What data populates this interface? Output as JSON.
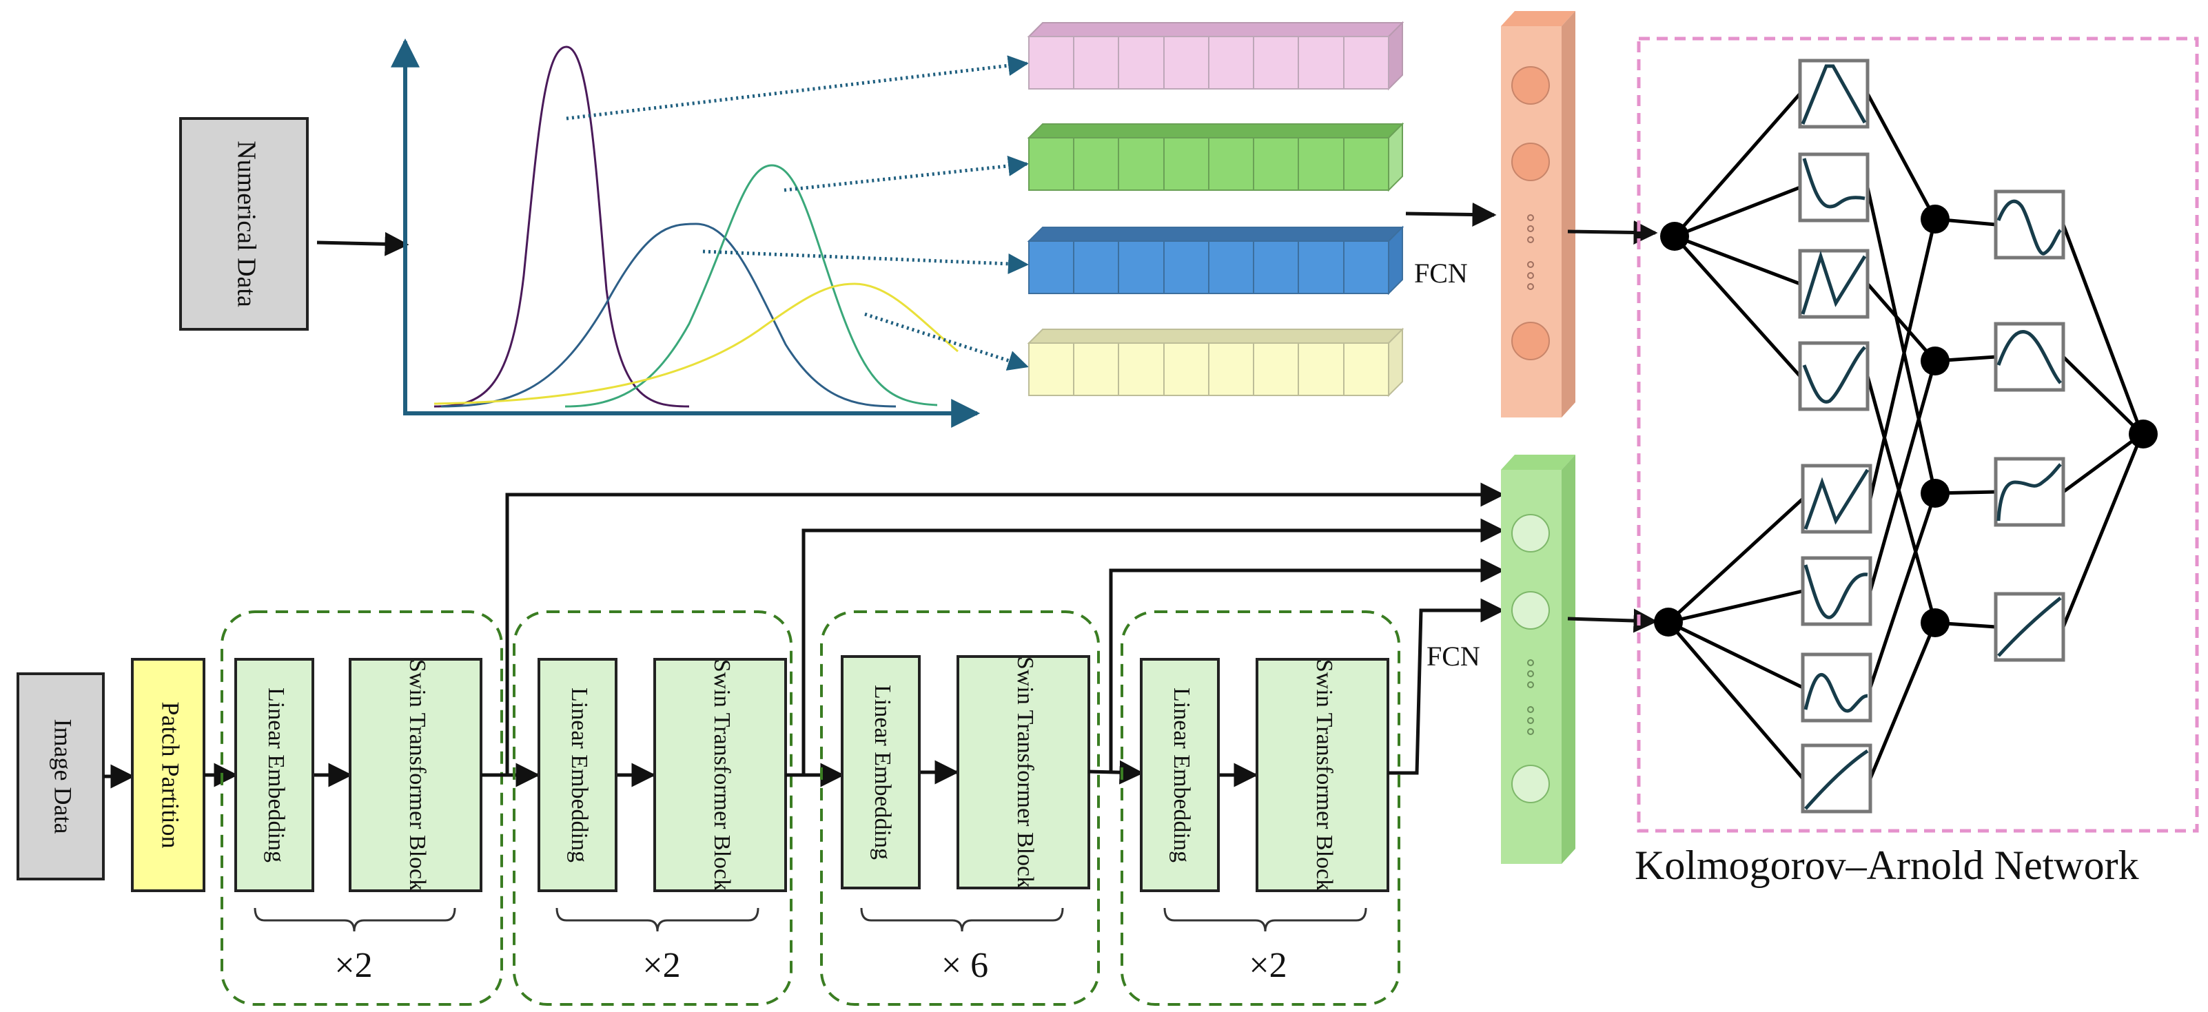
{
  "inputs": {
    "numerical": "Numerical Data",
    "image": "Image Data"
  },
  "patch_partition": "Patch Partition",
  "stages": [
    {
      "embedding": "Linear Embedding",
      "transformer": "Swin Transformer Block",
      "repeat": "×2"
    },
    {
      "embedding": "Linear Embedding",
      "transformer": "Swin Transformer Block",
      "repeat": "×2"
    },
    {
      "embedding": "Linear Embedding",
      "transformer": "Swin Transformer Block",
      "repeat": "× 6"
    },
    {
      "embedding": "Linear Embedding",
      "transformer": "Swin Transformer Block",
      "repeat": "×2"
    }
  ],
  "fcn_numerical": "FCN",
  "fcn_image": "FCN",
  "kan_title": "Kolmogorov–Arnold Network",
  "colors": {
    "vec_pink": "#f2cde9",
    "vec_green": "#8ed872",
    "vec_blue": "#4f96dc",
    "vec_yellow": "#fbfbc8",
    "fcn_orange": "#f7c0a5",
    "fcn_green": "#b3e59e",
    "stage_box": "#d9f2d0",
    "patch": "#ffff99",
    "input_gray": "#d3d3d3",
    "dashed_green": "#3a7d22",
    "dashed_pink": "#e592cc",
    "axis_teal": "#1f5f7f"
  }
}
